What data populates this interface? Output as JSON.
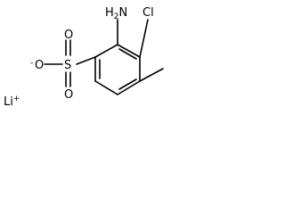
{
  "molecule": {
    "amino_label": "H",
    "amino_subscript": "2",
    "amino_atom": "N",
    "chloro_label": "Cl",
    "sulfur_label": "S",
    "oxygen_top_label": "O",
    "oxygen_bottom_label": "O",
    "oxygen_anion_label": "O",
    "anion_charge": "-",
    "lithium_label": "Li",
    "lithium_charge": "+"
  }
}
